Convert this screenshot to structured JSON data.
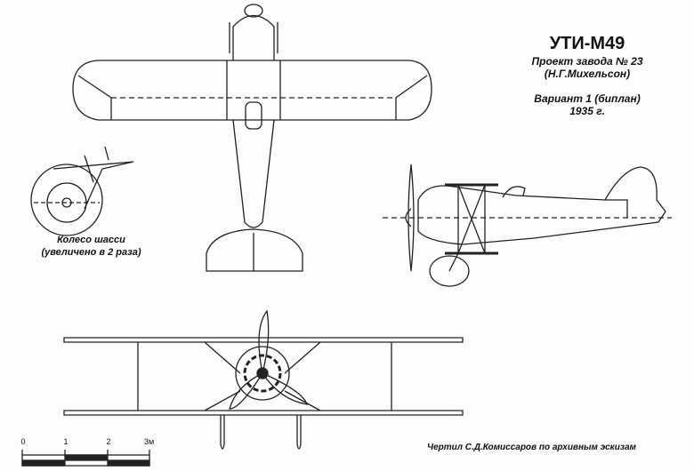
{
  "title": "УТИ-М49",
  "subtitle_lines": [
    "Проект завода № 23",
    "(Н.Г.Михельсон)"
  ],
  "variant_lines": [
    "Вариант 1 (биплан)",
    "1935 г."
  ],
  "wheel_caption": [
    "Колесо шасси",
    "(увеличено в 2 раза)"
  ],
  "scale": {
    "ticks": [
      "0",
      "1",
      "2",
      "3м"
    ]
  },
  "credit": "Чертил С.Д.Комиссаров по архивным эскизам"
}
